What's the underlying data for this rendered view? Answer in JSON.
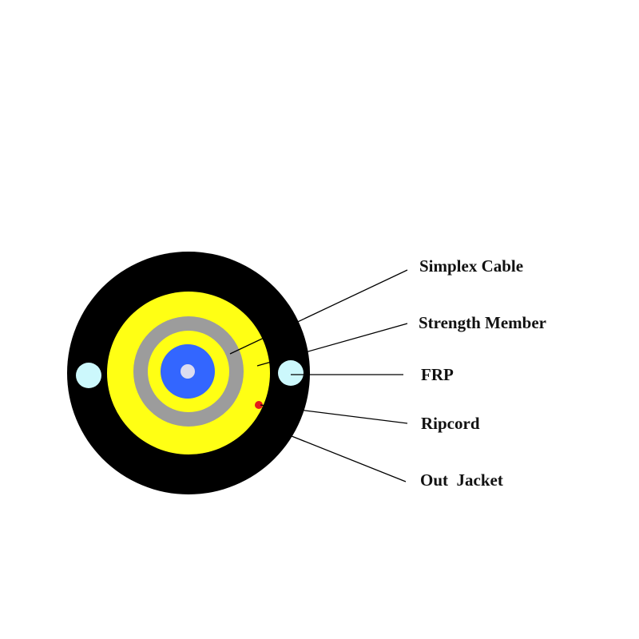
{
  "labels": {
    "simplex_cable": "Simplex Cable",
    "strength_member": "Strength Member",
    "frp": "FRP",
    "ripcord": "Ripcord",
    "out_jacket": "Out  Jacket"
  },
  "colors": {
    "background": "#ffffff",
    "out_jacket": "#000000",
    "strength_member": "#ffff14",
    "simplex_cable_ring": "#9c9c9c",
    "simplex_inner_yellow": "#ffff14",
    "buffer": "#3366ff",
    "fiber_core": "#dcdcf0",
    "frp": "#ccf8fc",
    "ripcord": "#e41a1a",
    "leader_line": "#000000"
  }
}
